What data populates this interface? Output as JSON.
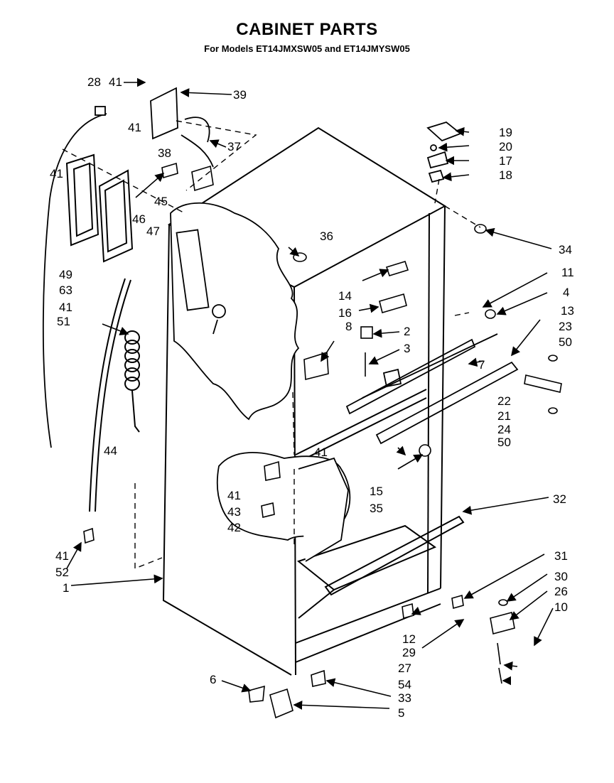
{
  "header": {
    "title": "CABINET PARTS",
    "subtitle": "For Models ET14JMXSW05 and ET14JMYSW05"
  },
  "callouts": [
    "28",
    "41",
    "39",
    "41",
    "38",
    "37",
    "41",
    "45",
    "46",
    "47",
    "49",
    "63",
    "41",
    "51",
    "44",
    "36",
    "19",
    "20",
    "17",
    "18",
    "34",
    "11",
    "4",
    "13",
    "14",
    "16",
    "2",
    "3",
    "8",
    "7",
    "23",
    "50",
    "22",
    "21",
    "24",
    "50",
    "41",
    "15",
    "35",
    "41",
    "43",
    "42",
    "32",
    "41",
    "52",
    "1",
    "31",
    "30",
    "26",
    "10",
    "12",
    "29",
    "27",
    "54",
    "6",
    "33",
    "5"
  ]
}
